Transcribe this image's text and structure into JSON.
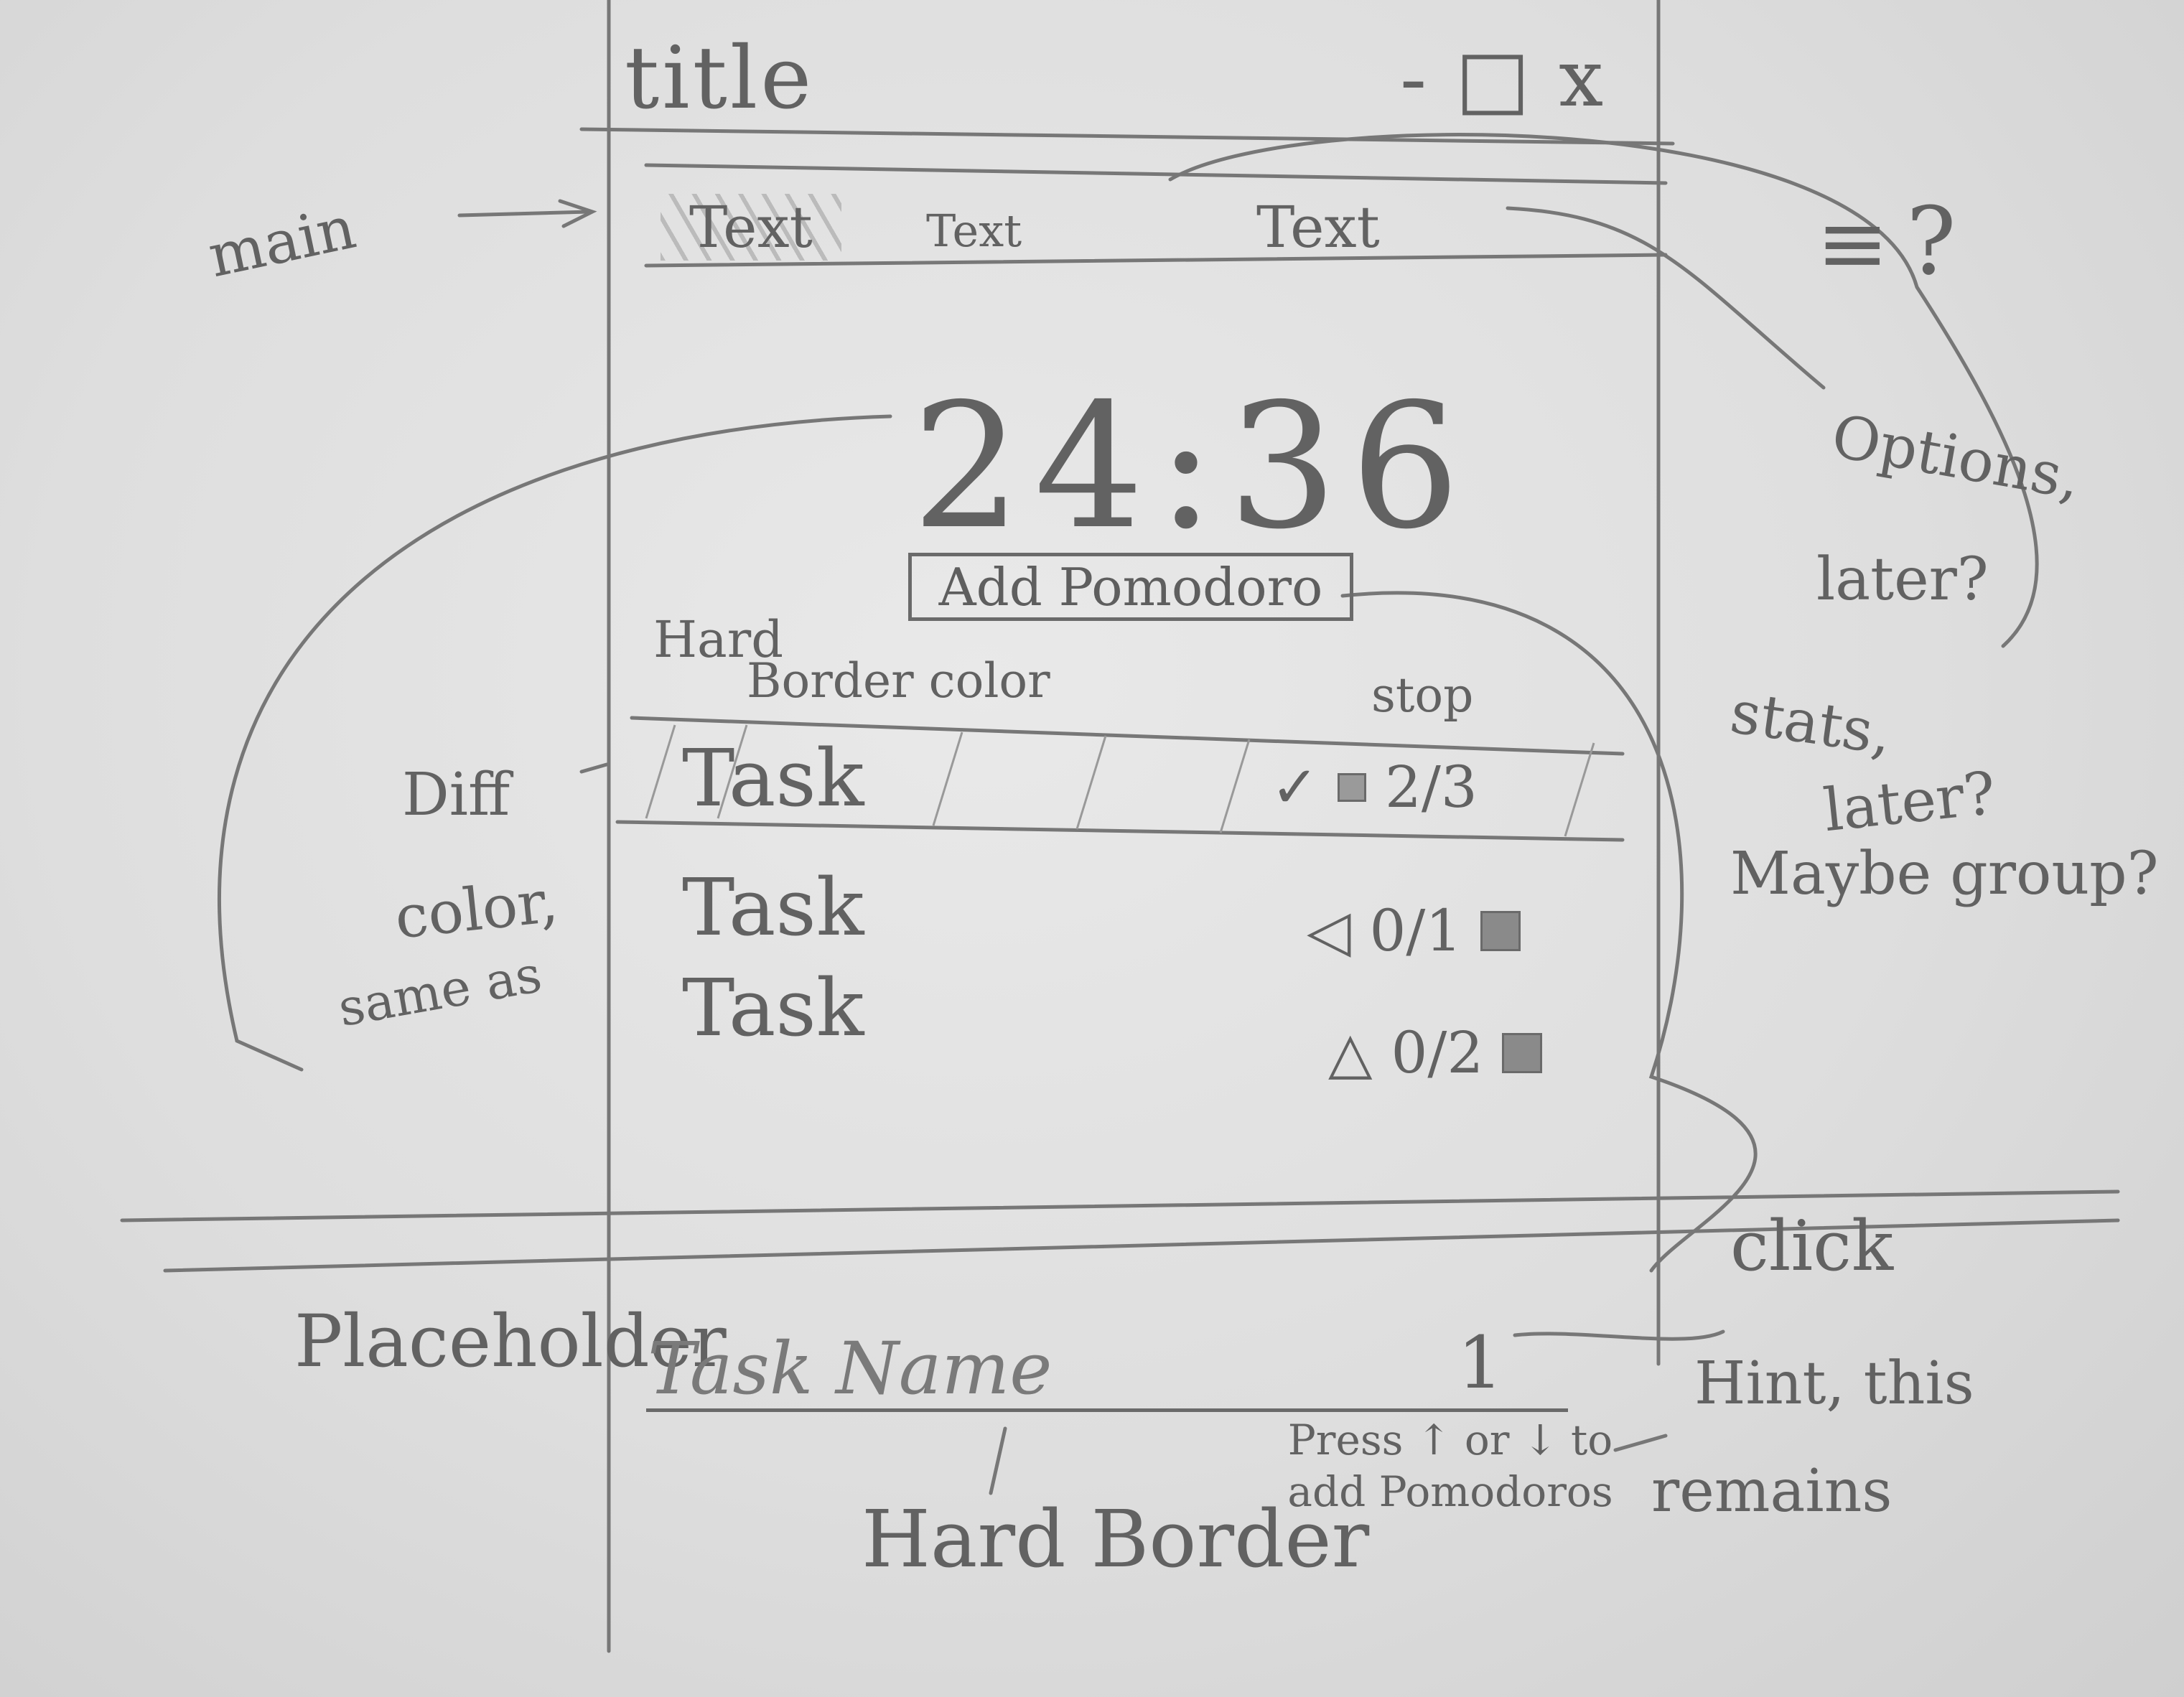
{
  "window": {
    "title": "title",
    "controls": [
      "-",
      "□",
      "x"
    ]
  },
  "tabs": [
    {
      "label": "Text",
      "active": true
    },
    {
      "label": "Text",
      "active": false
    },
    {
      "label": "Text",
      "active": false
    }
  ],
  "menu": {
    "icon": "hamburger-icon",
    "mark": "?"
  },
  "timer": {
    "value": "24:36"
  },
  "add_button": {
    "label": "Add Pomodoro"
  },
  "tasks": [
    {
      "name": "Task",
      "status_icon": "✓",
      "count": "2/3",
      "highlight": true
    },
    {
      "name": "Task",
      "status_icon": "◁",
      "count": "0/1",
      "highlight": false
    },
    {
      "name": "Task",
      "status_icon": "△",
      "count": "0/2",
      "highlight": false
    }
  ],
  "new_task": {
    "placeholder": "Task Name",
    "pomodoro_count": "1",
    "hint_line1": "Press ↑ or ↓ to",
    "hint_line2": "add Pomodoros"
  },
  "annotations": {
    "main": "main",
    "options": "Options,",
    "options_later": "later?",
    "stats": "stats,",
    "stats_later": "later?",
    "maybe_group": "Maybe group?",
    "hard": "Hard",
    "border_color": "Border color",
    "stop": "stop",
    "diff": "Diff",
    "color": "color,",
    "same_as": "same as",
    "click": "click",
    "placeholder": "Placeholder",
    "hint_this": "Hint, this",
    "remains": "remains",
    "hard_border": "Hard Border"
  }
}
